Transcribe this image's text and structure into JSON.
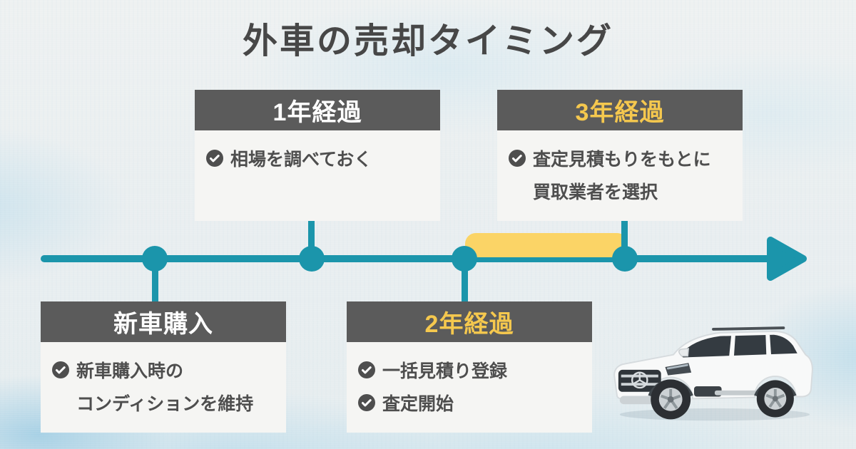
{
  "title": "外車の売却タイミング",
  "colors": {
    "timeline_teal": "#1b95ab",
    "header_gray": "#5b5b5b",
    "panel_bg": "#f5f5f3",
    "accent_yellow_text": "#f5c84e",
    "highlight_bar_yellow": "#fbd466",
    "text_dark_gray": "#4a4a4a",
    "background_blue_wash": "#cfe7f0"
  },
  "timeline": {
    "milestones": [
      {
        "label": "新車購入",
        "label_color": "white",
        "side": "below",
        "lines": [
          {
            "icon": "check-circle",
            "text": "新車購入時の"
          },
          {
            "icon": "",
            "text": "コンディションを維持"
          }
        ]
      },
      {
        "label": "1年経過",
        "label_color": "white",
        "side": "above",
        "lines": [
          {
            "icon": "check-circle",
            "text": "相場を調べておく"
          }
        ]
      },
      {
        "label": "2年経過",
        "label_color": "yellow",
        "side": "below",
        "lines": [
          {
            "icon": "check-circle",
            "text": "一括見積り登録"
          },
          {
            "icon": "check-circle",
            "text": "査定開始"
          }
        ]
      },
      {
        "label": "3年経過",
        "label_color": "yellow",
        "side": "above",
        "lines": [
          {
            "icon": "check-circle",
            "text": "査定見積もりをもとに"
          },
          {
            "icon": "",
            "text": "買取業者を選択"
          }
        ]
      }
    ],
    "highlight_span": {
      "from_label": "2年経過",
      "to_label": "3年経過"
    }
  },
  "illustration": {
    "icon": "white-suv-car"
  }
}
